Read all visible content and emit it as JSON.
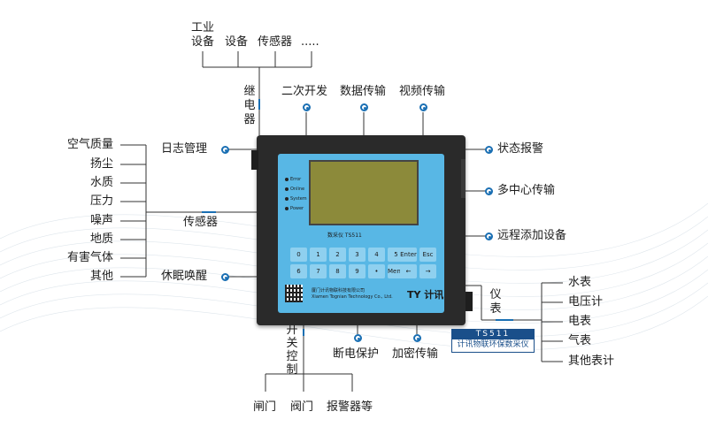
{
  "colors": {
    "accent": "#1a6fb3",
    "panel": "#58b7e5",
    "case": "#2a2a2a",
    "line": "#333333"
  },
  "top": {
    "industrial": [
      "工业",
      "设备"
    ],
    "equipment": "设备",
    "sensor": "传感器",
    "more": ".....",
    "relay": [
      "继",
      "电",
      "器"
    ]
  },
  "top_features": {
    "secondary_dev": "二次开发",
    "data_trans": "数据传输",
    "video_trans": "视频传输"
  },
  "left": {
    "log_mgmt": "日志管理",
    "sensor": "传感器",
    "sleep_wake": "休眠唤醒",
    "sensors": [
      "空气质量",
      "扬尘",
      "水质",
      "压力",
      "噪声",
      "地质",
      "有害气体",
      "其他"
    ]
  },
  "right": {
    "status_alarm": "状态报警",
    "multi_center": "多中心传输",
    "remote_add": "远程添加设备",
    "meter": [
      "仪",
      "表"
    ],
    "meters": [
      "水表",
      "电压计",
      "电表",
      "气表",
      "其他表计"
    ]
  },
  "bottom": {
    "switch_ctrl": [
      "开",
      "关",
      "控",
      "制"
    ],
    "power_protect": "断电保护",
    "encrypt": "加密传输",
    "outputs": [
      "闸门",
      "阀门",
      "报警器等"
    ]
  },
  "device": {
    "leds": [
      "Error",
      "Online",
      "System",
      "Power"
    ],
    "model_label": "数采仪  TS511",
    "keys": [
      "0",
      "1",
      "2",
      "3",
      "4",
      "5",
      "Enter",
      "Esc",
      "6",
      "7",
      "8",
      "9",
      "•",
      "Menu",
      "←",
      "→"
    ],
    "company_cn": "厦门计讯物联科技有限公司",
    "company_en": "Xiamen Tognian Technology Co., Ltd.",
    "logo": "TY 计讯"
  },
  "badge": {
    "title": "TS511",
    "subtitle": "计讯物联环保数采仪"
  }
}
